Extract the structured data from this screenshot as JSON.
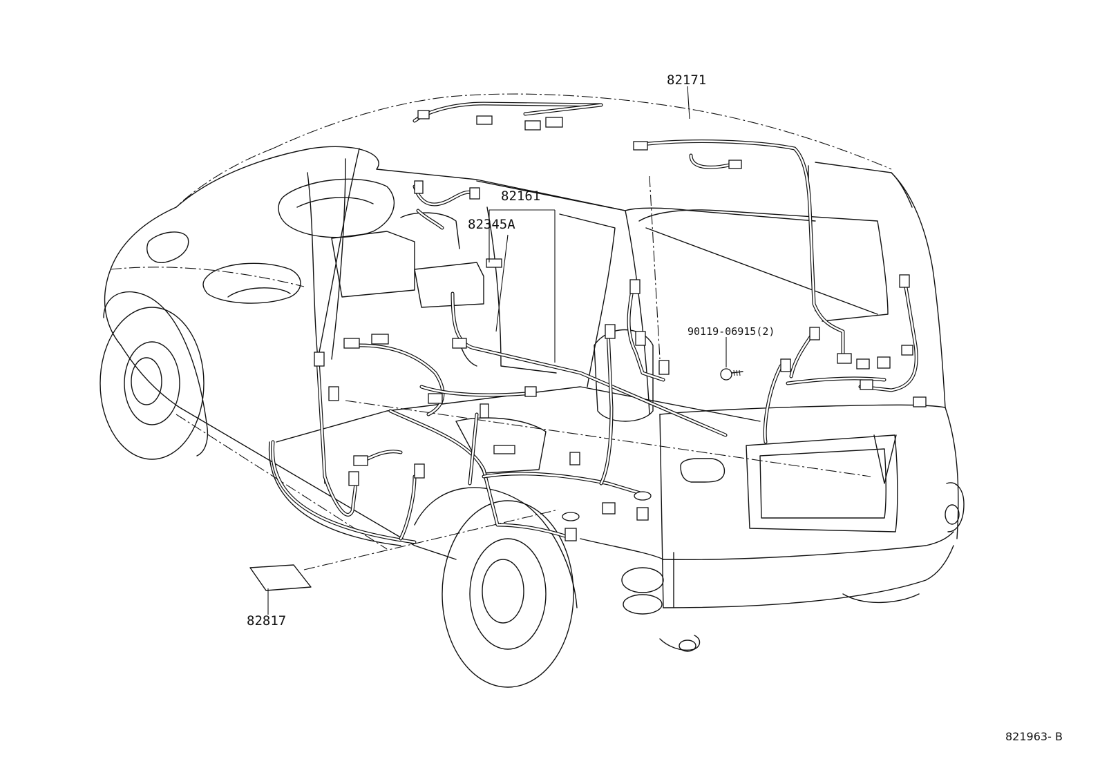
{
  "callouts": {
    "roof_harness": "82171",
    "floor_harness": "82161",
    "wire_clamp": "82345A",
    "bolt": "90119-06915(2)",
    "label_plate": "82817"
  },
  "figure_ref": "821963- B",
  "colors": {
    "ink": "#111111",
    "paper": "#ffffff"
  }
}
